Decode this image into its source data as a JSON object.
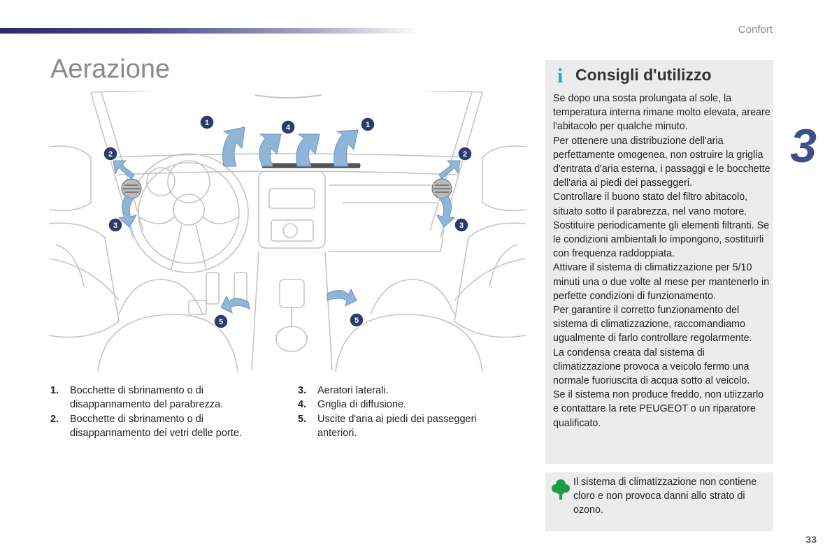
{
  "header": {
    "section": "Confort",
    "title": "Aerazione",
    "chapter": "3"
  },
  "page_number": "33",
  "illustration": {
    "callouts": [
      "1",
      "4",
      "1",
      "2",
      "2",
      "3",
      "3",
      "5",
      "5"
    ],
    "colors": {
      "arrow": "#8fb5d9",
      "badge": "#2d3a6e"
    }
  },
  "legend": {
    "left": [
      {
        "num": "1.",
        "text": "Bocchette di sbrinamento o di disappannamento del parabrezza."
      },
      {
        "num": "2.",
        "text": "Bocchette di sbrinamento o di disappannamento dei vetri delle porte."
      }
    ],
    "right": [
      {
        "num": "3.",
        "text": "Aeratori laterali."
      },
      {
        "num": "4.",
        "text": "Griglia di diffusione."
      },
      {
        "num": "5.",
        "text": "Uscite d'aria ai piedi dei passeggeri anteriori."
      }
    ]
  },
  "tips": {
    "icon": "info-icon",
    "title": "Consigli d'utilizzo",
    "text": "Se dopo una sosta prolungata al sole, la temperatura interna rimane molto elevata, areare l'abitacolo per qualche minuto.\nPer ottenere una distribuzione dell'aria perfettamente omogenea, non ostruire la griglia d'entrata d'aria esterna, i passaggi e le bocchette dell'aria ai piedi dei passeggeri.\nControllare il buono stato del filtro abitacolo, situato sotto il parabrezza, nel vano motore.\nSostituire periodicamente gli elementi filtranti. Se le condizioni ambientali lo impongono, sostituirli con frequenza raddoppiata.\nAttivare il sistema di climatizzazione per 5/10 minuti una o due volte al mese per mantenerlo in perfette condizioni di funzionamento.\nPer garantire il corretto funzionamento del sistema di climatizzazione, raccomandiamo ugualmente di farlo controllare regolarmente.\nLa condensa creata dal sistema di climatizzazione provoca a veicolo fermo una normale fuoriuscita di acqua sotto al veicolo.\nSe il sistema non produce freddo, non utiizzarlo e contattare la rete PEUGEOT o un riparatore qualificato."
  },
  "eco": {
    "icon": "tree-icon",
    "text": "Il sistema di climatizzazione non contiene cloro e non provoca danni allo strato di ozono."
  }
}
